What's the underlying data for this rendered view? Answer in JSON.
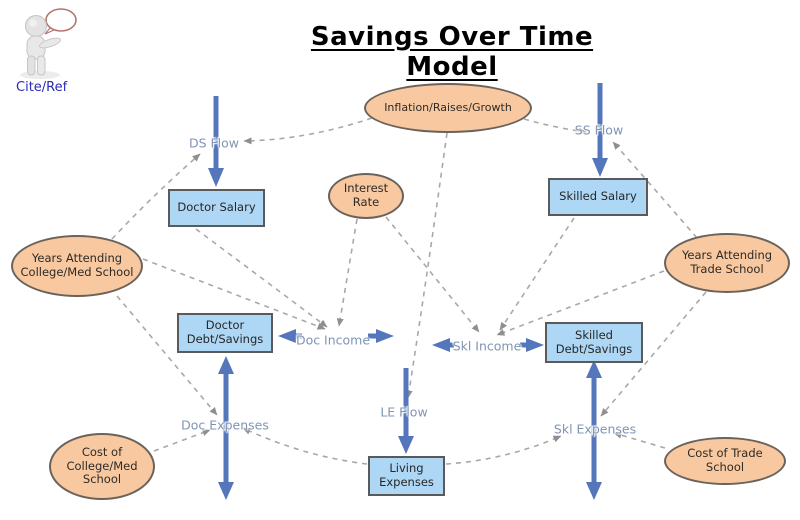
{
  "title": "Savings Over Time Model",
  "cite_ref_label": "Cite/Ref",
  "nodes": {
    "inflation": "Inflation/Raises/Growth",
    "interest_rate": "Interest\nRate",
    "years_college": "Years Attending\nCollege/Med School",
    "years_trade": "Years Attending\nTrade School",
    "cost_college": "Cost of\nCollege/Med\nSchool",
    "cost_trade": "Cost of Trade\nSchool",
    "doctor_salary": "Doctor Salary",
    "skilled_salary": "Skilled Salary",
    "doctor_debt": "Doctor\nDebt/Savings",
    "skilled_debt": "Skilled\nDebt/Savings",
    "living_expenses": "Living\nExpenses"
  },
  "flows": {
    "ds_flow": "DS Flow",
    "ss_flow": "SS Flow",
    "le_flow": "LE Flow",
    "doc_income": "Doc Income",
    "skl_income": "Skl Income",
    "doc_expenses": "Doc Expenses",
    "skl_expenses": "Skl Expenses"
  },
  "links": [
    {
      "from": "Inflation/Raises/Growth",
      "to": "DS Flow"
    },
    {
      "from": "Inflation/Raises/Growth",
      "to": "SS Flow"
    },
    {
      "from": "Inflation/Raises/Growth",
      "to": "LE Flow"
    },
    {
      "from": "Years Attending College/Med School",
      "to": "DS Flow"
    },
    {
      "from": "Years Attending College/Med School",
      "to": "Doc Income"
    },
    {
      "from": "Years Attending College/Med School",
      "to": "Doc Expenses"
    },
    {
      "from": "Years Attending Trade School",
      "to": "SS Flow"
    },
    {
      "from": "Years Attending Trade School",
      "to": "Skl Income"
    },
    {
      "from": "Years Attending Trade School",
      "to": "Skl Expenses"
    },
    {
      "from": "Interest Rate",
      "to": "Doc Income"
    },
    {
      "from": "Interest Rate",
      "to": "Skl Income"
    },
    {
      "from": "Doctor Salary",
      "to": "Doc Income"
    },
    {
      "from": "Skilled Salary",
      "to": "Skl Income"
    },
    {
      "from": "Cost of College/Med School",
      "to": "Doc Expenses"
    },
    {
      "from": "Cost of Trade School",
      "to": "Skl Expenses"
    },
    {
      "from": "Living Expenses",
      "to": "Doc Expenses"
    },
    {
      "from": "Living Expenses",
      "to": "Skl Expenses"
    }
  ],
  "colors": {
    "variable_fill": "#f8c9a0",
    "variable_border": "#6b635b",
    "stock_fill": "#aed7f5",
    "stock_border": "#5a5a5a",
    "flow_arrow": "#5476bb",
    "flow_label": "#8095b3",
    "link": "#a8a8a8",
    "link_head": "#8f8f8f",
    "title": "#000000",
    "cite_ref": "#2b2bb4"
  }
}
